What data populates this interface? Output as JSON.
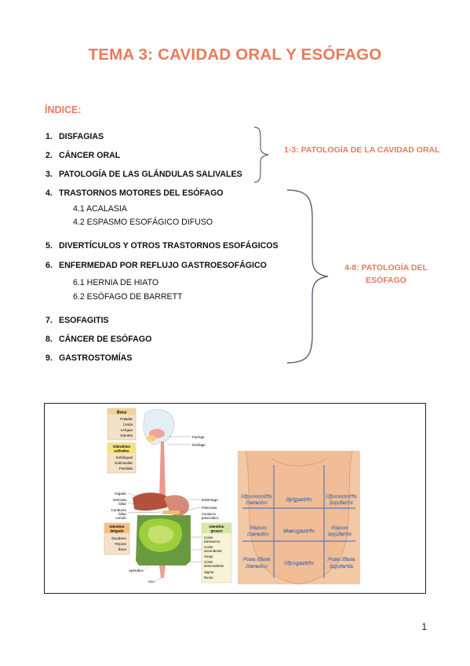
{
  "title": "TEMA 3: CAVIDAD ORAL Y ESÓFAGO",
  "index_heading": "ÍNDICE:",
  "items": [
    {
      "num": "1.",
      "text": "DISFAGIAS"
    },
    {
      "num": "2.",
      "text": "CÁNCER ORAL"
    },
    {
      "num": "3.",
      "text": "PATOLOGÍA DE LAS GLÁNDULAS SALIVALES"
    },
    {
      "num": "4.",
      "text": "TRASTORNOS MOTORES DEL ESÓFAGO"
    },
    {
      "num": "5.",
      "text": "DIVERTÍCULOS Y OTROS TRASTORNOS ESOFÁGICOS"
    },
    {
      "num": "6.",
      "text": "ENFERMEDAD POR REFLUJO GASTROESOFÁGICO"
    },
    {
      "num": "7.",
      "text": "ESOFAGITIS"
    },
    {
      "num": "8.",
      "text": "CÁNCER DE ESÓFAGO"
    },
    {
      "num": "9.",
      "text": "GASTROSTOMÍAS"
    }
  ],
  "subitems": {
    "s41": "4.1 ACALASIA",
    "s42": "4.2 ESPASMO ESOFÁGICO DIFUSO",
    "s61": "6.1 HERNIA DE HIATO",
    "s62": "6.2 ESÓFAGO DE BARRETT"
  },
  "notes": {
    "oral": "1-3: PATOLOGÍA DE LA CAVIDAD ORAL",
    "eso_line1": "4-8: PATOLOGÍA DEL",
    "eso_line2": "ESÓFAGO"
  },
  "figure": {
    "digestive": {
      "box_boca": "Boca",
      "boca_items": [
        "Paladar",
        "Úvula",
        "Lengua",
        "Dientes"
      ],
      "box_glandulas": [
        "Glándulas",
        "salivales"
      ],
      "glandulas_items": [
        "Sublingual",
        "Submaxilar",
        "Parótida"
      ],
      "right_top": [
        "Faringe",
        "Esófago"
      ],
      "left_mid": [
        "Hígado",
        "Vesícula",
        "biliar",
        "Conducto",
        "biliar",
        "común"
      ],
      "box_delgado": [
        "Intestino",
        "delgado"
      ],
      "delgado_items": [
        "Duodeno",
        "Yeyuno",
        "Íleon"
      ],
      "right_mid": [
        "Estómago",
        "Páncreas",
        "Conducto",
        "pancreático"
      ],
      "box_grueso": [
        "Intestino",
        "grueso"
      ],
      "grueso_items": [
        "Colon",
        "transverso",
        "Colon",
        "ascendente",
        "Ciego",
        "Colon",
        "descendente",
        "Sigma",
        "Recto"
      ],
      "bottom": [
        "Apéndice",
        "Ano"
      ]
    },
    "abdomen": {
      "regions": [
        [
          "Hipocondrio",
          "Derecho"
        ],
        [
          "Epigastrio"
        ],
        [
          "Hipocondrio",
          "Izquierdo"
        ],
        [
          "Flanco",
          "Derecho"
        ],
        [
          "Mesogastrio"
        ],
        [
          "Flanco",
          "Izquierdo"
        ],
        [
          "Fosa Ilíaca",
          "Derecho"
        ],
        [
          "Hipogastrio"
        ],
        [
          "Fosa Ilíaca",
          "Izquierda"
        ]
      ]
    }
  },
  "page_number": "1",
  "colors": {
    "accent": "#e87a5a",
    "brace": "#5a6478"
  }
}
